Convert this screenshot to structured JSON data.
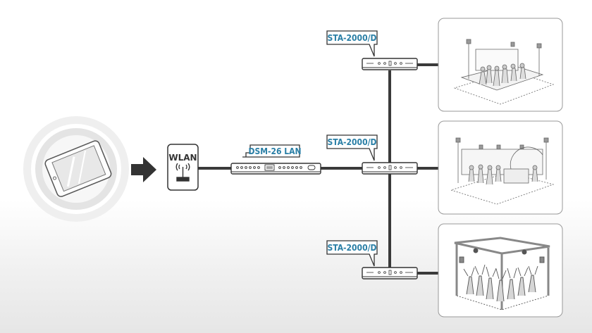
{
  "wlan": {
    "label": "WLAN"
  },
  "controller": {
    "label": "DSM-26 LAN"
  },
  "amplifiers": [
    {
      "label": "STA-2000/D"
    },
    {
      "label": "STA-2000/D"
    },
    {
      "label": "STA-2000/D"
    }
  ],
  "icons": {
    "tablet": "tablet-icon",
    "arrow": "arrow-right-icon",
    "router": "wifi-router-icon",
    "scenes": [
      "exhibition-booth-scene",
      "exhibition-hall-scene",
      "concert-stage-scene"
    ]
  },
  "colors": {
    "label_text": "#2a7fa6",
    "line": "#3a3a3a",
    "arrow": "#333333"
  }
}
